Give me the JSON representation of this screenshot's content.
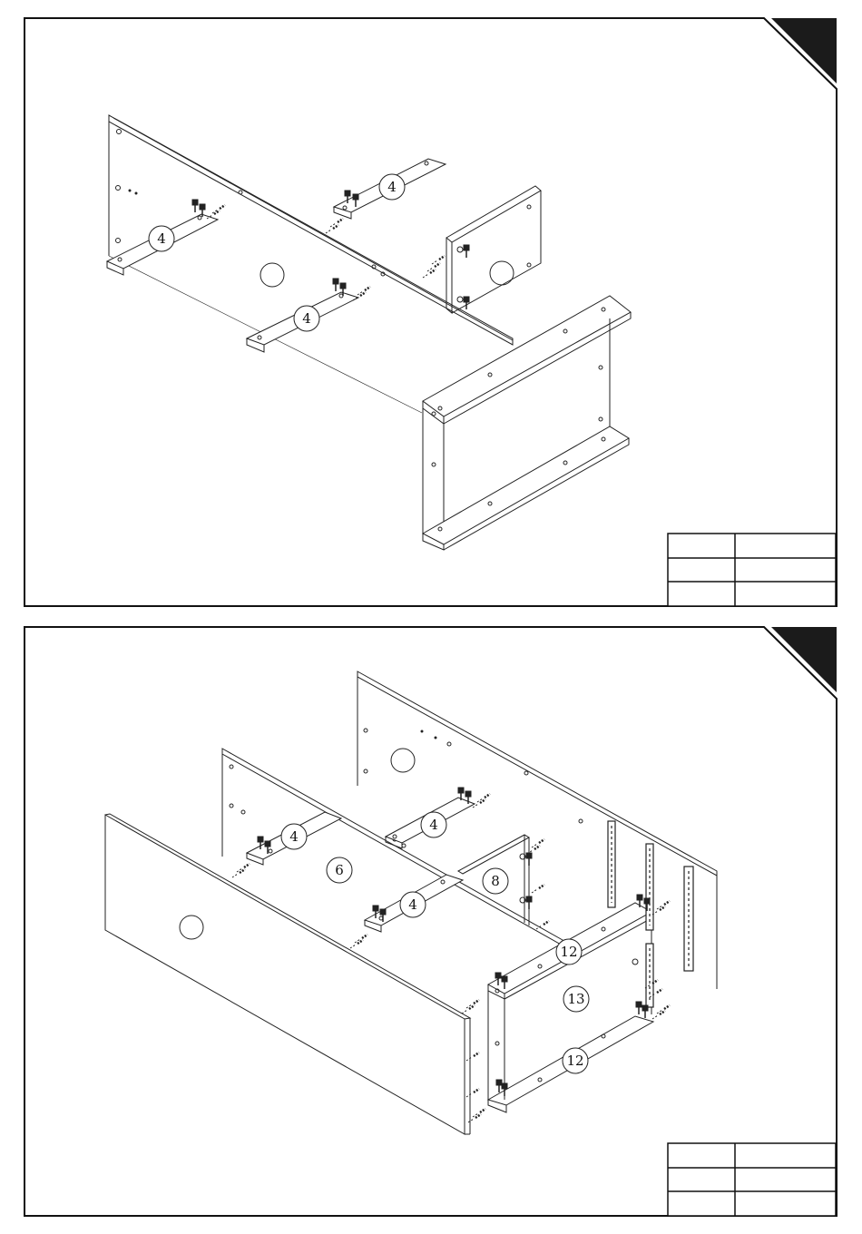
{
  "steps": [
    {
      "part_labels": [
        {
          "text": "4"
        },
        {
          "text": "4"
        },
        {
          "text": "4"
        }
      ],
      "info_table": {
        "rows": [
          [
            "",
            ""
          ],
          [
            "",
            ""
          ],
          [
            "",
            ""
          ]
        ]
      }
    },
    {
      "part_labels": [
        {
          "text": "4"
        },
        {
          "text": "4"
        },
        {
          "text": "4"
        },
        {
          "text": "6"
        },
        {
          "text": "8"
        },
        {
          "text": "12"
        },
        {
          "text": "13"
        },
        {
          "text": "12"
        }
      ],
      "info_table": {
        "rows": [
          [
            "",
            ""
          ],
          [
            "",
            ""
          ],
          [
            "",
            ""
          ]
        ]
      }
    }
  ]
}
